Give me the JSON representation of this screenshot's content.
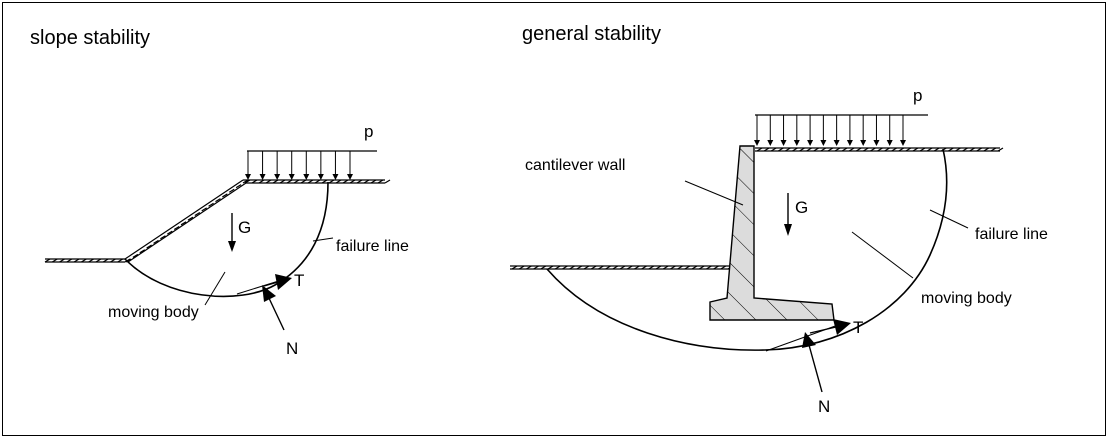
{
  "slope": {
    "title": "slope stability",
    "load": "p",
    "weight": "G",
    "failure": "failure line",
    "body": "moving body",
    "tangent": "T",
    "normal": "N"
  },
  "general": {
    "title": "general stability",
    "load": "p",
    "wall": "cantilever wall",
    "weight": "G",
    "failure": "failure line",
    "body": "moving body",
    "tangent": "T",
    "normal": "N"
  }
}
